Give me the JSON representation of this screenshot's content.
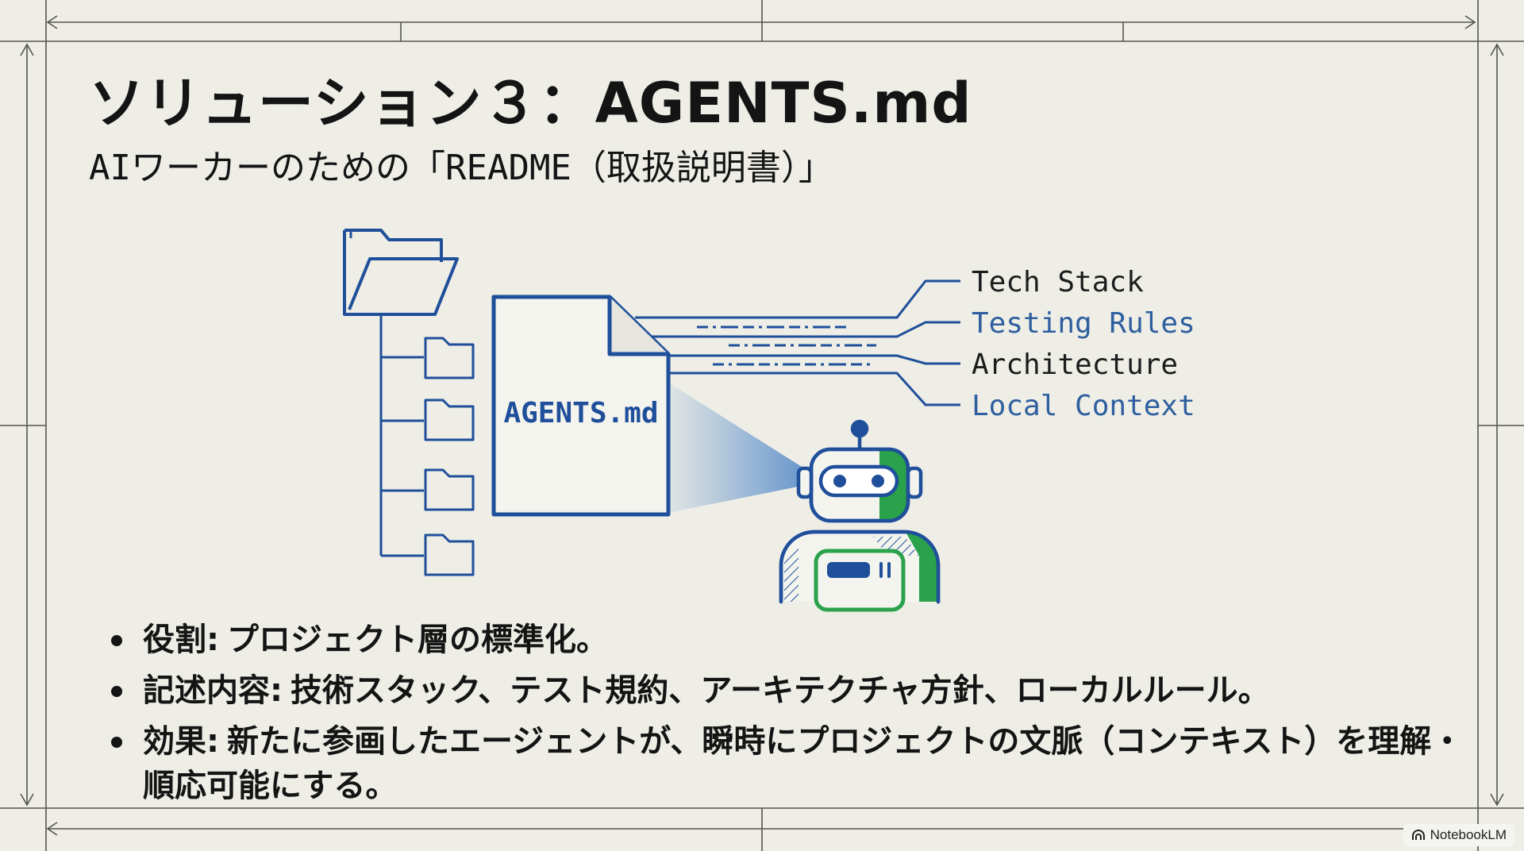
{
  "slide": {
    "title": "ソリューション３：AGENTS.md",
    "subtitle": "AIワーカーのための「README（取扱説明書）」"
  },
  "diagram": {
    "file_label": "AGENTS.md",
    "callouts": [
      {
        "text": "Tech Stack",
        "color": "#1c1c1c"
      },
      {
        "text": "Testing Rules",
        "color": "#2e5f9e"
      },
      {
        "text": "Architecture",
        "color": "#1c1c1c"
      },
      {
        "text": "Local Context",
        "color": "#2e5f9e"
      }
    ],
    "icons": [
      "open-folder-icon",
      "folder-icon",
      "document-icon",
      "robot-icon"
    ],
    "colors": {
      "line_blue": "#1f4f9a",
      "accent_green": "#2aa14b",
      "beam_blue": "#4a86c8"
    }
  },
  "bullets": [
    {
      "label": "役割:",
      "text": "プロジェクト層の標準化。"
    },
    {
      "label": "記述内容:",
      "text": "技術スタック、テスト規約、アーキテクチャ方針、ローカルルール。"
    },
    {
      "label": "効果:",
      "text": "新たに参画したエージェントが、瞬時にプロジェクトの文脈（コンテキスト）を理解・順応可能にする。"
    }
  ],
  "badge": {
    "text": "NotebookLM"
  }
}
